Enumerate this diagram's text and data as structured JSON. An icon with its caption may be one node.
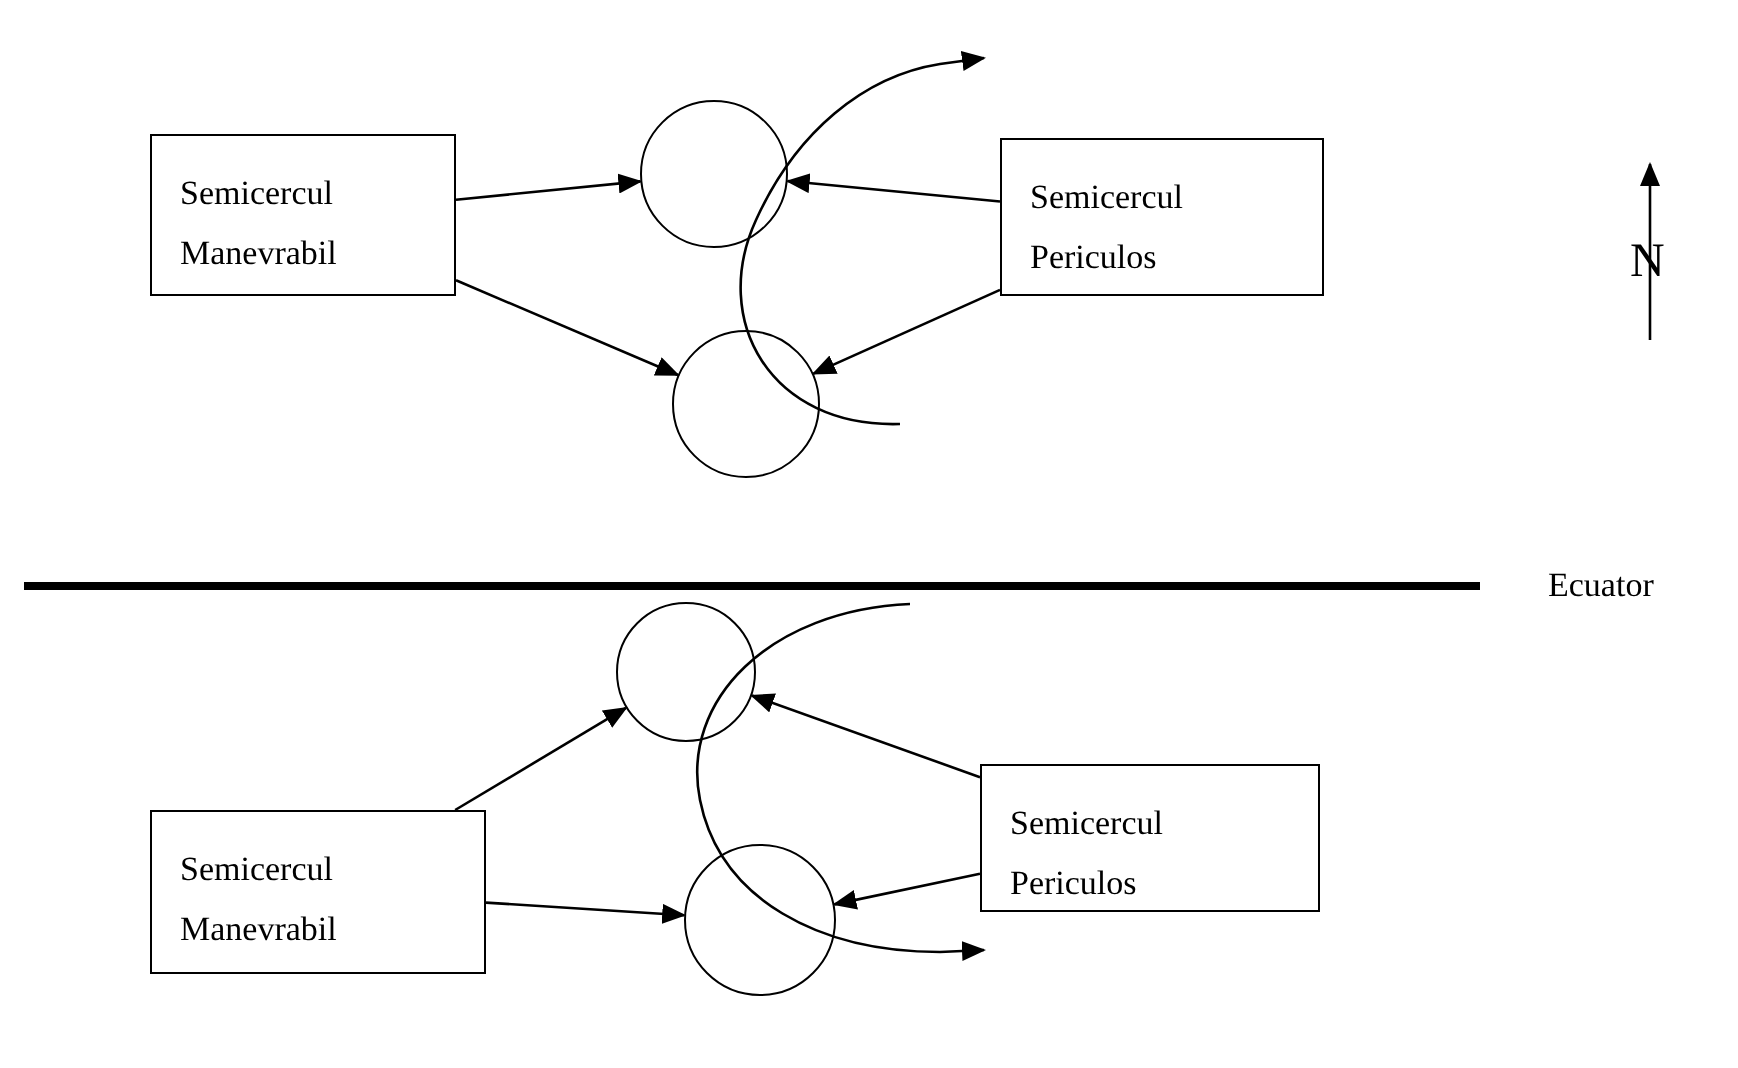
{
  "diagram": {
    "nodes": [
      {
        "text": [
          "Semicercul Manevrabil"
        ]
      },
      {
        "text": [],
        "shape": "circle"
      },
      {
        "text": [],
        "shape": "circle"
      },
      {
        "text": [
          "Semicercul Periculos"
        ]
      },
      {
        "text": [
          "Semicercul Manevrabil"
        ]
      },
      {
        "text": [],
        "shape": "circle"
      },
      {
        "text": [],
        "shape": "circle"
      },
      {
        "text": [
          "Semicercul Periculos"
        ]
      }
    ],
    "edges": [
      {
        "from": 0,
        "to": 1,
        "arrow": "to"
      },
      {
        "from": 0,
        "to": 2,
        "arrow": "to"
      },
      {
        "from": 3,
        "to": 1,
        "arrow": "to"
      },
      {
        "from": 3,
        "to": 2,
        "arrow": "to"
      },
      {
        "from": 4,
        "to": 5,
        "arrow": "to"
      },
      {
        "from": 4,
        "to": 6,
        "arrow": "to"
      },
      {
        "from": 7,
        "to": 5,
        "arrow": "to"
      },
      {
        "from": 7,
        "to": 6,
        "arrow": "to"
      }
    ],
    "labels": [
      "N",
      "Ecuator"
    ]
  }
}
